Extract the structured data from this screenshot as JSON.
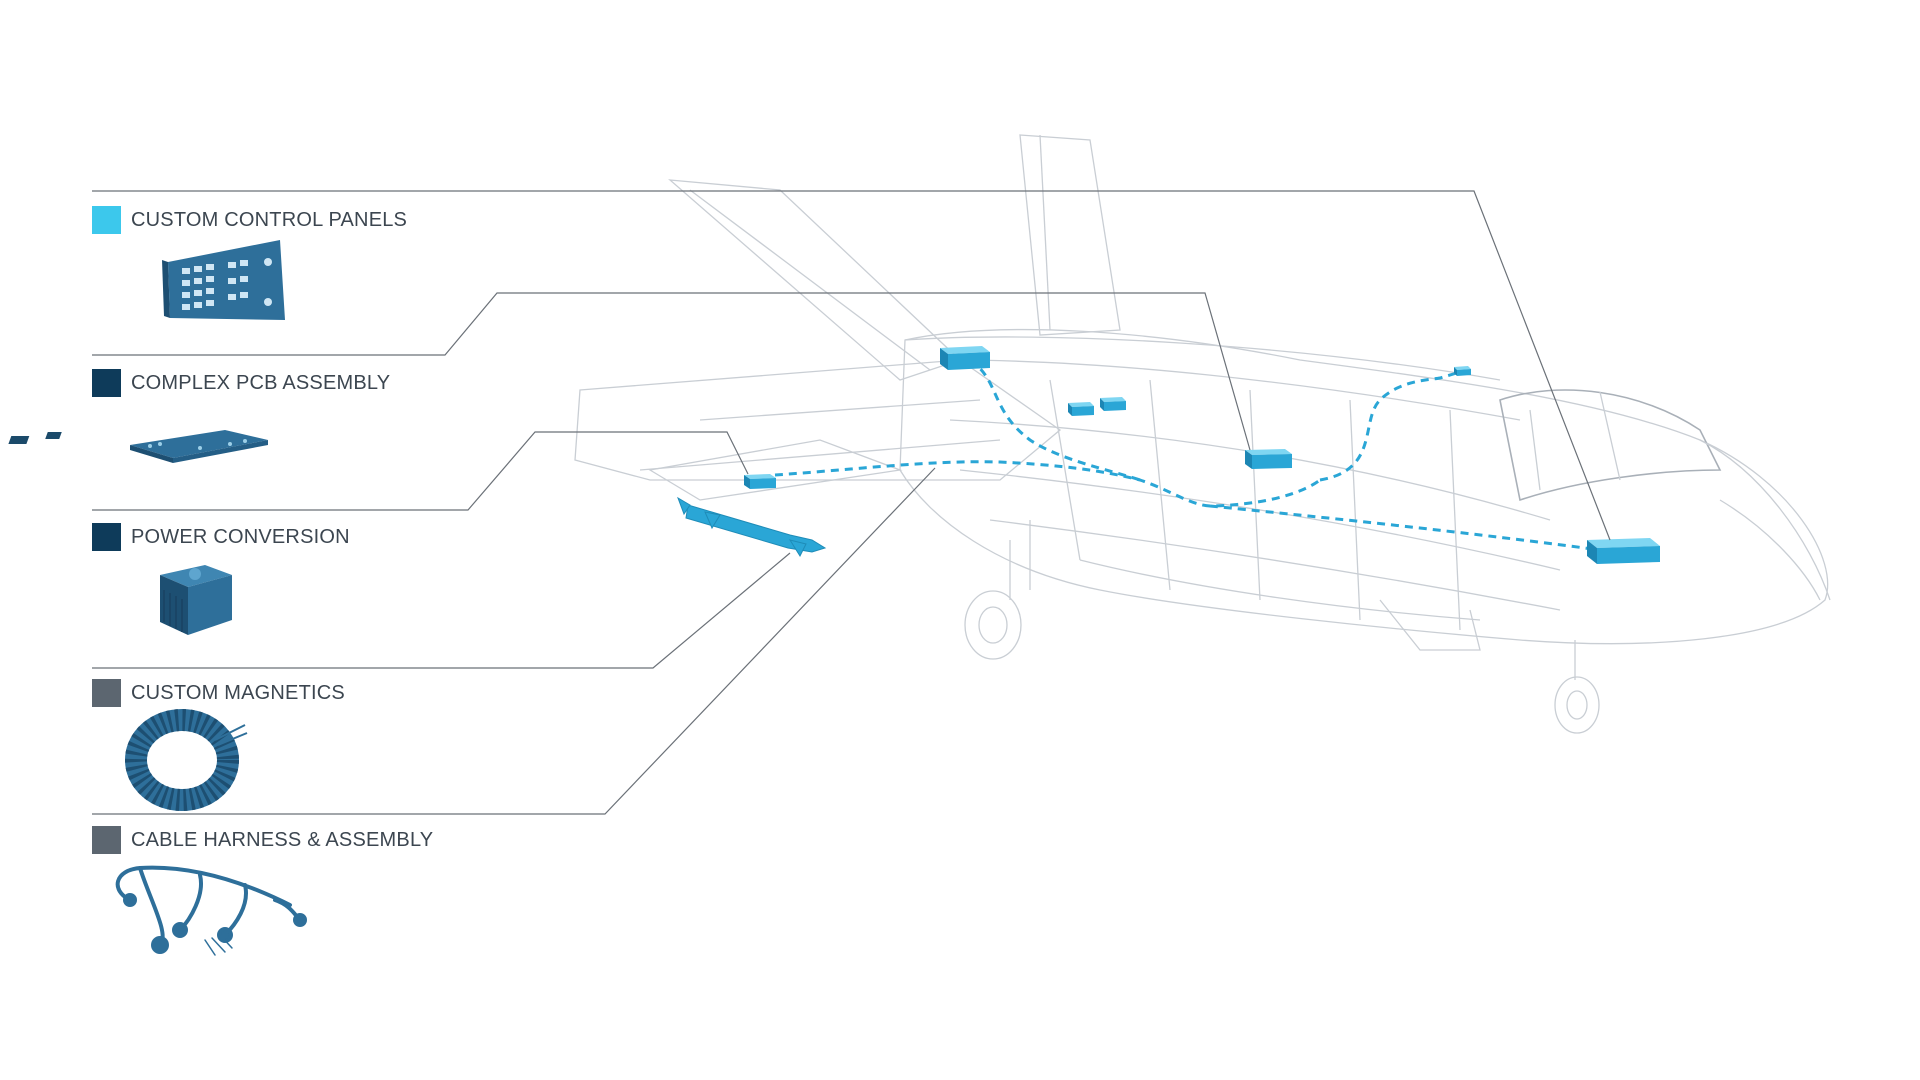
{
  "legend": {
    "items": [
      {
        "label": "CUSTOM CONTROL PANELS",
        "color": "#3cc8ec",
        "icon": "control-panel-icon"
      },
      {
        "label": "COMPLEX PCB ASSEMBLY",
        "color": "#0e3b5a",
        "icon": "pcb-board-icon"
      },
      {
        "label": "POWER CONVERSION",
        "color": "#0e3b5a",
        "icon": "power-module-icon"
      },
      {
        "label": "CUSTOM MAGNETICS",
        "color": "#5c6670",
        "icon": "toroid-coil-icon"
      },
      {
        "label": "CABLE HARNESS & ASSEMBLY",
        "color": "#5c6670",
        "icon": "cable-harness-icon"
      }
    ]
  },
  "colors": {
    "component_blue": "#2aa6d6",
    "product_blue": "#2e6f9a",
    "wireframe": "#c9ced4",
    "leader_line": "#6b7178",
    "dashed_route": "#2aa6d6"
  },
  "aircraft": {
    "icon": "fighter-jet-wireframe-icon"
  }
}
